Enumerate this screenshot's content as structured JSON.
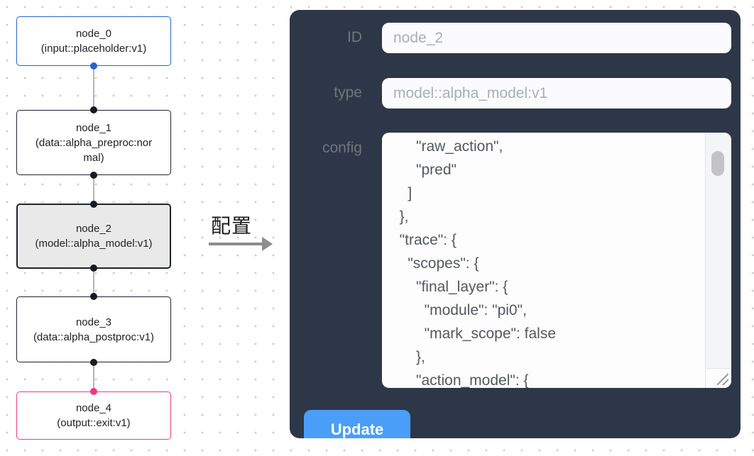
{
  "colors": {
    "accent-blue": "#2563d4",
    "accent-pink": "#ee3a80",
    "node-border-dark": "#20242f",
    "selected-node-bg": "#e9e9e9",
    "handle-dark": "#161a26",
    "edge-gray": "#b5b5ba",
    "panel-bg": "#2d3748",
    "button-blue": "#4a9ef8",
    "label-text": "#70767f",
    "field-text": "#a9aeb6",
    "config-text": "#54585f"
  },
  "flow": {
    "nodes": [
      {
        "name": "node_0",
        "type": "(input::placeholder:v1)"
      },
      {
        "name": "node_1",
        "type": "(data::alpha_preproc:normal)"
      },
      {
        "name": "node_2",
        "type": "(model::alpha_model:v1)"
      },
      {
        "name": "node_3",
        "type": "(data::alpha_postproc:v1)"
      },
      {
        "name": "node_4",
        "type": "(output::exit:v1)"
      }
    ]
  },
  "transition": {
    "label": "配置"
  },
  "panel": {
    "fields": [
      {
        "label": "ID",
        "value": "node_2"
      },
      {
        "label": "type",
        "value": "model::alpha_model:v1"
      },
      {
        "label": "config",
        "value": "      \"raw_action\",\n      \"pred\"\n    ]\n  },\n  \"trace\": {\n    \"scopes\": {\n      \"final_layer\": {\n        \"module\": \"pi0\",\n        \"mark_scope\": false\n      },\n      \"action_model\": {"
      }
    ],
    "update_label": "Update"
  }
}
